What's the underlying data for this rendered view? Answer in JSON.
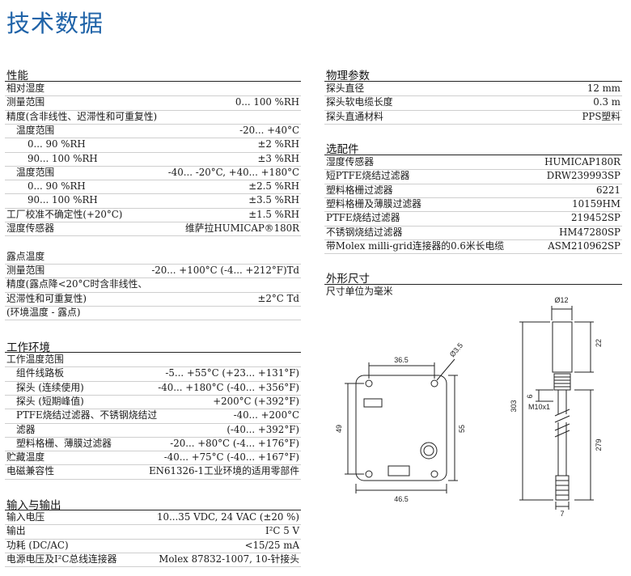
{
  "page": {
    "title": "技术数据"
  },
  "performance": {
    "title": "性能",
    "rows": [
      {
        "k": "相对湿度",
        "v": "",
        "indent": 0
      },
      {
        "k": "测量范围",
        "v": "0... 100 %RH",
        "indent": 0
      },
      {
        "k": "精度(含非线性、迟滞性和可重复性)",
        "v": "",
        "indent": 0
      },
      {
        "k": "温度范围",
        "v": "-20... +40°C",
        "indent": 1
      },
      {
        "k": "0... 90 %RH",
        "v": "±2 %RH",
        "indent": 2
      },
      {
        "k": "90... 100 %RH",
        "v": "±3 %RH",
        "indent": 2
      },
      {
        "k": "温度范围",
        "v": "-40... -20°C, +40... +180°C",
        "indent": 1
      },
      {
        "k": "0... 90 %RH",
        "v": "±2.5 %RH",
        "indent": 2
      },
      {
        "k": "90... 100 %RH",
        "v": "±3.5 %RH",
        "indent": 2
      },
      {
        "k": "工厂校准不确定性(+20°C)",
        "v": "±1.5 %RH",
        "indent": 0
      },
      {
        "k": "湿度传感器",
        "v": "维萨拉HUMICAP®180R",
        "indent": 0
      },
      {
        "k": "",
        "v": "",
        "indent": 0
      },
      {
        "k": "露点温度",
        "v": "",
        "indent": 0
      },
      {
        "k": "测量范围",
        "v": "-20... +100°C (-4... +212°F)Td",
        "indent": 0
      },
      {
        "k": "精度(露点降<20°C时含非线性、",
        "v": "",
        "indent": 0
      },
      {
        "k": "迟滞性和可重复性)",
        "v": "±2°C Td",
        "indent": 0
      },
      {
        "k": "(环境温度 - 露点)",
        "v": "",
        "indent": 0
      }
    ]
  },
  "environment": {
    "title": "工作环境",
    "rows": [
      {
        "k": "工作温度范围",
        "v": "",
        "indent": 0
      },
      {
        "k": "组件线路板",
        "v": "-5... +55°C (+23... +131°F)",
        "indent": 1
      },
      {
        "k": "探头 (连续使用)",
        "v": "-40... +180°C (-40... +356°F)",
        "indent": 1
      },
      {
        "k": "探头 (短期峰值)",
        "v": "+200°C (+392°F)",
        "indent": 1
      },
      {
        "k": "PTFE烧结过滤器、不锈钢烧结过",
        "v": "-40... +200°C",
        "indent": 1
      },
      {
        "k": "滤器",
        "v": "(-40... +392°F)",
        "indent": 1
      },
      {
        "k": "塑料格栅、薄膜过滤器",
        "v": "-20... +80°C (-4... +176°F)",
        "indent": 1
      },
      {
        "k": "贮藏温度",
        "v": "-40... +75°C (-40... +167°F)",
        "indent": 0
      },
      {
        "k": "电磁兼容性",
        "v": "EN61326-1工业环境的适用零部件",
        "indent": 0
      }
    ]
  },
  "io": {
    "title": "输入与输出",
    "rows": [
      {
        "k": "输入电压",
        "v": "10...35 VDC, 24 VAC (±20 %)",
        "indent": 0
      },
      {
        "k": "输出",
        "v": "I²C 5 V",
        "indent": 0
      },
      {
        "k": "功耗 (DC/AC)",
        "v": "<15/25 mA",
        "indent": 0
      },
      {
        "k": "电源电压及I²C总线连接器",
        "v": "Molex 87832-1007, 10-针接头",
        "indent": 0
      }
    ]
  },
  "physical": {
    "title": "物理参数",
    "rows": [
      {
        "k": "探头直径",
        "v": "12 mm"
      },
      {
        "k": "探头软电缆长度",
        "v": "0.3 m"
      },
      {
        "k": "探头直通材料",
        "v": "PPS塑料"
      }
    ]
  },
  "accessories": {
    "title": "选配件",
    "rows": [
      {
        "k": "湿度传感器",
        "v": "HUMICAP180R"
      },
      {
        "k": "短PTFE烧结过滤器",
        "v": "DRW239993SP"
      },
      {
        "k": "塑料格栅过滤器",
        "v": "6221"
      },
      {
        "k": "塑料格栅及薄膜过滤器",
        "v": "10159HM"
      },
      {
        "k": "PTFE烧结过滤器",
        "v": "219452SP"
      },
      {
        "k": "不锈钢烧结过滤器",
        "v": "HM47280SP"
      },
      {
        "k": "带Molex milli-grid连接器的0.6米长电缆",
        "v": "ASM210962SP"
      }
    ]
  },
  "dimensions": {
    "title": "外形尺寸",
    "subtitle": "尺寸单位为毫米",
    "labels": {
      "hole_spacing": "36.5",
      "hole_dia": "Ø3.5",
      "board_height": "49",
      "board_height_right": "55",
      "board_width": "46.5",
      "probe_dia": "Ø12",
      "tip_len": "22",
      "total_len": "303",
      "thread_len": "6",
      "thread": "M10x1",
      "cable_len": "279",
      "end_len": "7"
    }
  }
}
